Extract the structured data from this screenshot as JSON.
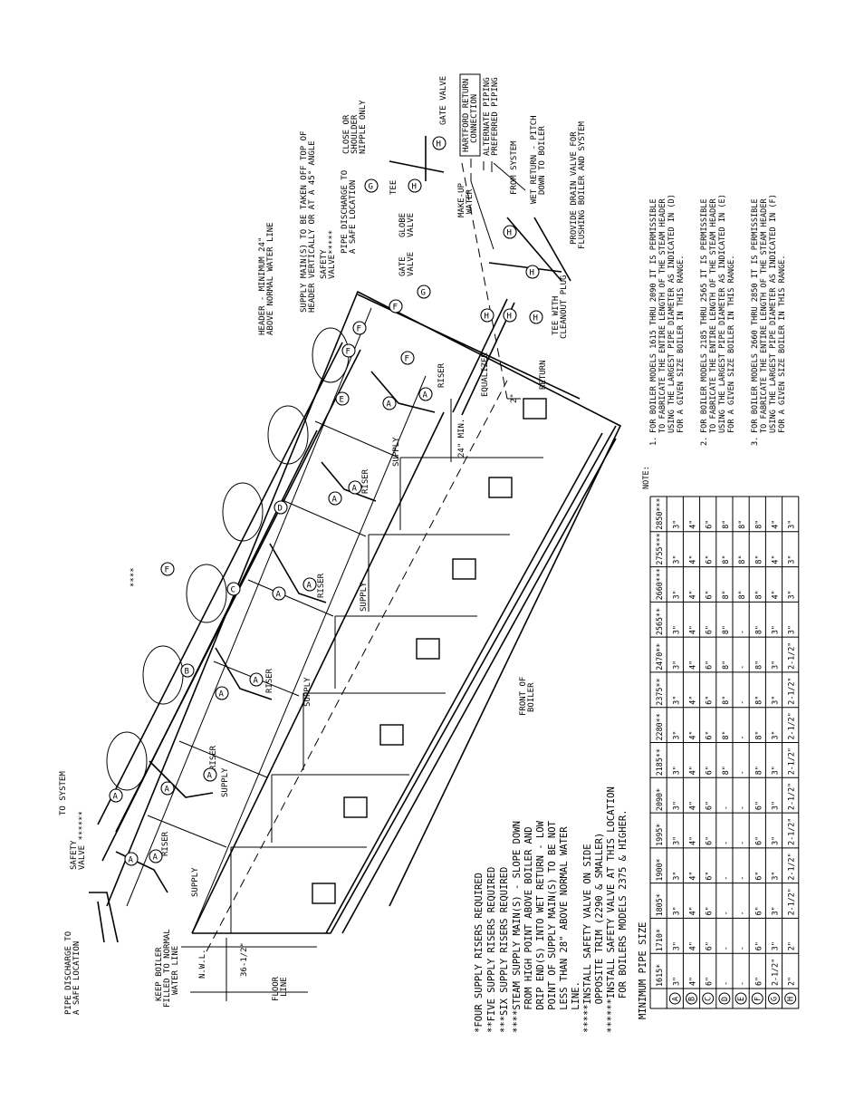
{
  "labels": {
    "to_system": "TO SYSTEM",
    "safety_valve_left": [
      "SAFETY",
      "VALVE ******"
    ],
    "pipe_discharge_left": [
      "PIPE DISCHARGE TO",
      "A SAFE LOCATION"
    ],
    "keep_boiler": [
      "KEEP BOILER",
      "FILLED TO NORMAL",
      "WATER LINE"
    ],
    "nwl": "N.W.L.",
    "dim_36": "36-1/2\"",
    "floor_line": [
      "FLOOR",
      "LINE"
    ],
    "riser": "RISER",
    "supply": "SUPPLY",
    "stars4": "****",
    "front_of_boiler": [
      "FRONT OF",
      "BOILER"
    ],
    "header": [
      "HEADER - MINIMUM 24\"",
      "ABOVE NORMAL WATER LINE"
    ],
    "supply_mains": [
      "SUPPLY MAIN(S) TO BE TAKEN OFF TOP OF",
      "HEADER VERTICALLY OR AT A 45° ANGLE"
    ],
    "safety_valve_right": [
      "SAFETY",
      "VALVE*****"
    ],
    "pipe_discharge_right": [
      "PIPE DISCHARGE TO",
      "A SAFE LOCATION"
    ],
    "close_nipple": [
      "CLOSE OR",
      "SHOULDER",
      "NIPPLE ONLY"
    ],
    "gate_valve_top": "GATE VALVE",
    "hartford": [
      "HARTFORD RETURN",
      "CONNECTION"
    ],
    "alternate_piping": "ALTERNATE PIPING",
    "preferred_piping": "PREFERRED PIPING",
    "tee": "TEE",
    "make_up": [
      "MAKE-UP",
      "WATER"
    ],
    "globe_valve": [
      "GLOBE",
      "VALVE"
    ],
    "gate_valve_mid": [
      "GATE",
      "VALVE"
    ],
    "from_system": "FROM SYSTEM",
    "wet_return": [
      "WET RETURN - PITCH",
      "DOWN TO BOILER"
    ],
    "drain_valve": [
      "PROVIDE DRAIN VALVE FOR",
      "FLUSHING BOILER AND SYSTEM"
    ],
    "tee_cleanout": [
      "TEE WITH",
      "CLEANOUT PLUG"
    ],
    "equalizer": "EQUALIZER",
    "return": "RETURN",
    "dim_2": "2\"",
    "dim_24": "24\" MIN."
  },
  "bubbles": {
    "A": "A",
    "B": "B",
    "C": "C",
    "D": "D",
    "E": "E",
    "F": "F",
    "G": "G",
    "H": "H"
  },
  "footnotes": [
    "*FOUR SUPPLY RISERS REQUIRED",
    "**FIVE SUPPLY RISERS REQUIRED",
    "***SIX SUPPLY RISERS REQUIRED",
    "****STEAM SUPPLY MAIN(S) - SLOPE DOWN",
    "    FROM HIGH POINT ABOVE BOILER AND",
    "    DRIP END(S) INTO WET RETURN - LOW",
    "    POINT OF SUPPLY MAIN(S) TO BE NOT",
    "    LESS THAN 28\" ABOVE NORMAL WATER",
    "    LINE.",
    "*****INSTALL SAFETY VALVE ON SIDE",
    "     OPPOSITE TRIM (2290 & SMALLER)",
    "******INSTALL SAFETY VALVE AT THIS LOCATION",
    "      FOR BOILERS MODELS 2375 & HIGHER."
  ],
  "notes": {
    "heading": "NOTE:",
    "items": [
      {
        "num": "1.",
        "lines": [
          "FOR BOILER MODELS 1615 THRU 2090 IT IS PERMISSIBLE",
          "TO FABRICATE THE ENTIRE LENGTH OF THE STEAM HEADER",
          "USING THE LARGEST PIPE DIAMETER AS INDICATED IN (D)",
          "FOR A GIVEN SIZE BOILER IN THIS RANGE."
        ]
      },
      {
        "num": "2.",
        "lines": [
          "FOR BOILER MODELS 2185 THRU 2565 IT IS PERMISSIBLE",
          "TO FABRICATE THE ENTIRE LENGTH OF THE STEAM HEADER",
          "USING THE LARGEST PIPE DIAMETER AS INDICATED IN (E)",
          "FOR A GIVEN SIZE BOILER IN THIS RANGE."
        ]
      },
      {
        "num": "3.",
        "lines": [
          "FOR BOILER MODELS 2660 THRU 2850 IT IS PERMISSIBLE",
          "TO FABRICATE THE ENTIRE LENGTH OF THE STEAM HEADER",
          "USING THE LARGEST PIPE DIAMETER AS INDICATED IN (F)",
          "FOR A GIVEN SIZE BOILER IN THIS RANGE."
        ]
      }
    ]
  },
  "table": {
    "title": "MINIMUM PIPE SIZE",
    "columns": [
      "1615*",
      "1710*",
      "1805*",
      "1900*",
      "1995*",
      "2090*",
      "2185**",
      "2280**",
      "2375**",
      "2470**",
      "2565**",
      "2660***",
      "2755***",
      "2850***"
    ],
    "rows": [
      {
        "key": "A",
        "values": [
          "3\"",
          "3\"",
          "3\"",
          "3\"",
          "3\"",
          "3\"",
          "3\"",
          "3\"",
          "3\"",
          "3\"",
          "3\"",
          "3\"",
          "3\"",
          "3\""
        ]
      },
      {
        "key": "B",
        "values": [
          "4\"",
          "4\"",
          "4\"",
          "4\"",
          "4\"",
          "4\"",
          "4\"",
          "4\"",
          "4\"",
          "4\"",
          "4\"",
          "4\"",
          "4\"",
          "4\""
        ]
      },
      {
        "key": "C",
        "values": [
          "6\"",
          "6\"",
          "6\"",
          "6\"",
          "6\"",
          "6\"",
          "6\"",
          "6\"",
          "6\"",
          "6\"",
          "6\"",
          "6\"",
          "6\"",
          "6\""
        ]
      },
      {
        "key": "D",
        "values": [
          "-",
          "-",
          "-",
          "-",
          "-",
          "-",
          "8\"",
          "8\"",
          "8\"",
          "8\"",
          "8\"",
          "8\"",
          "8\"",
          "8\""
        ]
      },
      {
        "key": "E",
        "values": [
          "-",
          "-",
          "-",
          "-",
          "-",
          "-",
          "-",
          "-",
          "-",
          "-",
          "-",
          "8\"",
          "8\"",
          "8\""
        ]
      },
      {
        "key": "F",
        "values": [
          "6\"",
          "6\"",
          "6\"",
          "6\"",
          "6\"",
          "6\"",
          "8\"",
          "8\"",
          "8\"",
          "8\"",
          "8\"",
          "8\"",
          "8\"",
          "8\""
        ]
      },
      {
        "key": "G",
        "values": [
          "2-1/2\"",
          "3\"",
          "3\"",
          "3\"",
          "3\"",
          "3\"",
          "3\"",
          "3\"",
          "3\"",
          "3\"",
          "3\"",
          "4\"",
          "4\"",
          "4\""
        ]
      },
      {
        "key": "H",
        "values": [
          "2\"",
          "2\"",
          "2-1/2\"",
          "2-1/2\"",
          "2-1/2\"",
          "2-1/2\"",
          "2-1/2\"",
          "2-1/2\"",
          "2-1/2\"",
          "2-1/2\"",
          "3\"",
          "3\"",
          "3\"",
          "3\""
        ]
      }
    ]
  }
}
